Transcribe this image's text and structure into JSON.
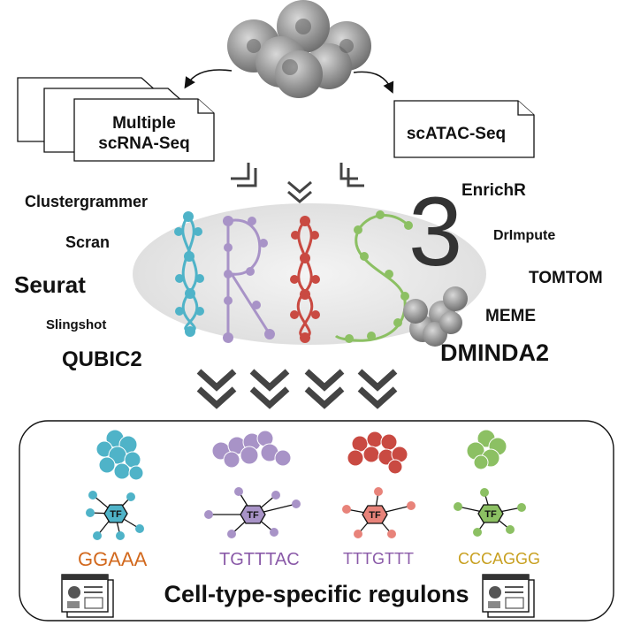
{
  "inputs": {
    "scrna_line1": "Multiple",
    "scrna_line2": "scRNA-Seq",
    "scatac": "scATAC-Seq"
  },
  "tools_left": [
    "Clustergrammer",
    "Scran",
    "Seurat",
    "Slingshot",
    "QUBIC2"
  ],
  "tools_right": [
    "EnrichR",
    "DrImpute",
    "TOMTOM",
    "MEME",
    "DMINDA2"
  ],
  "logo_version": "3",
  "tf_label": "TF",
  "motifs": [
    {
      "text": "GGAAA",
      "color": "#d2691e"
    },
    {
      "text": "TGTTTAC",
      "color": "#8a5aa8"
    },
    {
      "text": "TTTGTTT",
      "color": "#8a5aa8"
    },
    {
      "text": "CCCAGGG",
      "color": "#c8a020"
    }
  ],
  "result_title": "Cell-type-specific regulons",
  "colors": {
    "blue": "#4fb3c8",
    "purple": "#a893c7",
    "red": "#c94a42",
    "green": "#8cc063",
    "gray": "#8a8a8a"
  }
}
